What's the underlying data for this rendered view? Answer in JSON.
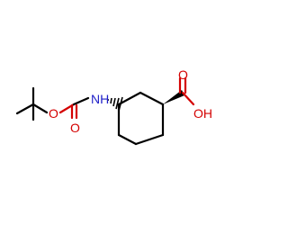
{
  "molecule": {
    "atoms": {
      "nh": {
        "text": "NH",
        "color": "#1f1fc8"
      },
      "carbamate_carbonyl_o": {
        "text": "O",
        "color": "#d40000"
      },
      "ester_o": {
        "text": "O",
        "color": "#d40000"
      },
      "acid_carbonyl_o": {
        "text": "O",
        "color": "#d40000"
      },
      "acid_oh": {
        "text": "OH",
        "color": "#d40000"
      }
    },
    "bond_color": "#000000"
  }
}
